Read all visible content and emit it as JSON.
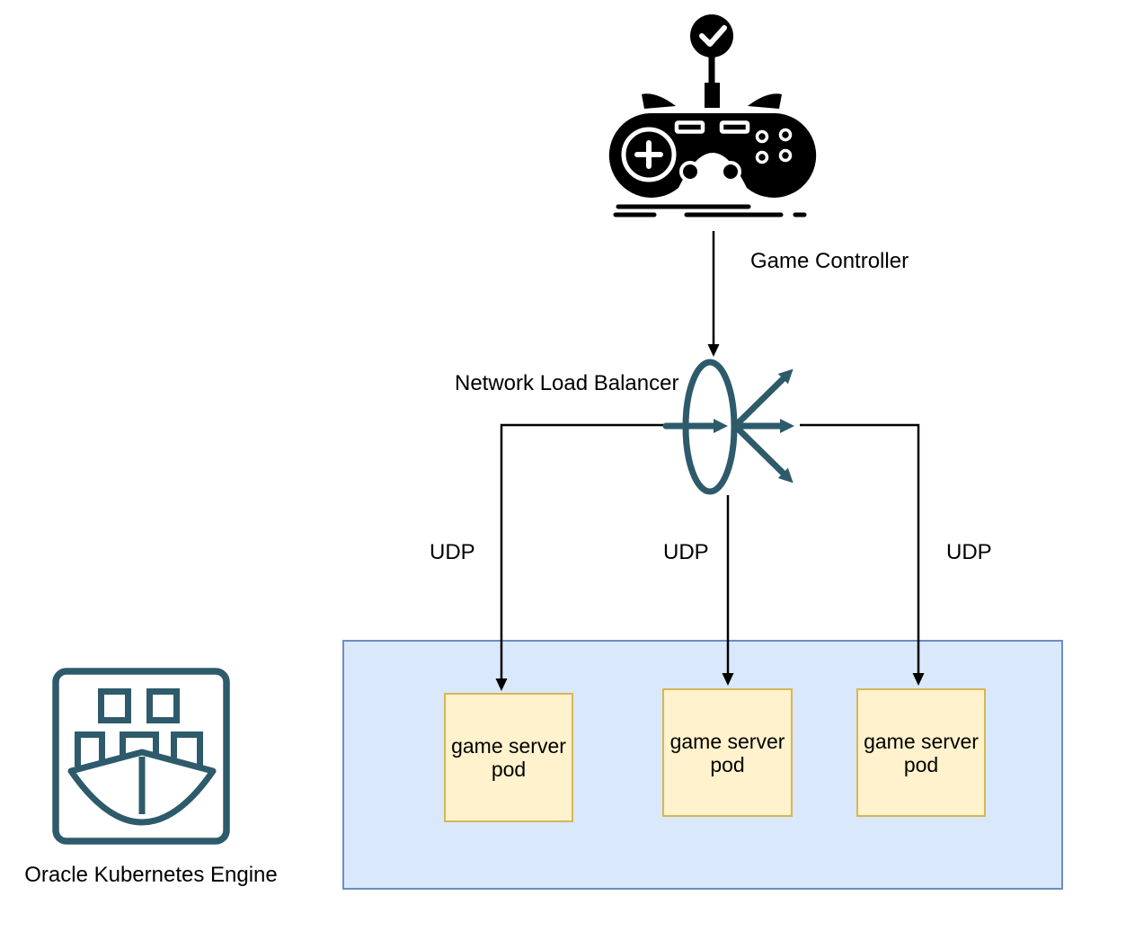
{
  "nodes": {
    "game_controller": {
      "label": "Game Controller",
      "icon": "game-controller-icon"
    },
    "network_load_balancer": {
      "label": "Network Load Balancer",
      "icon": "network-load-balancer-icon"
    },
    "oke_cluster": {
      "label": "Oracle Kubernetes Engine",
      "icon": "oracle-kubernetes-engine-icon",
      "pods": [
        {
          "label": "game server pod"
        },
        {
          "label": "game server pod"
        },
        {
          "label": "game server pod"
        }
      ]
    }
  },
  "edges": {
    "udp_labels": [
      "UDP",
      "UDP",
      "UDP"
    ]
  },
  "colors": {
    "icon_teal": "#2E5B6B",
    "cluster_fill": "#DAE8FC",
    "cluster_border": "#6C8EBF",
    "pod_fill": "#FFF2CC",
    "pod_border": "#D6B656",
    "connector_black": "#000000",
    "controller_icon_black": "#000000",
    "canvas_background": "#FFFFFF"
  }
}
